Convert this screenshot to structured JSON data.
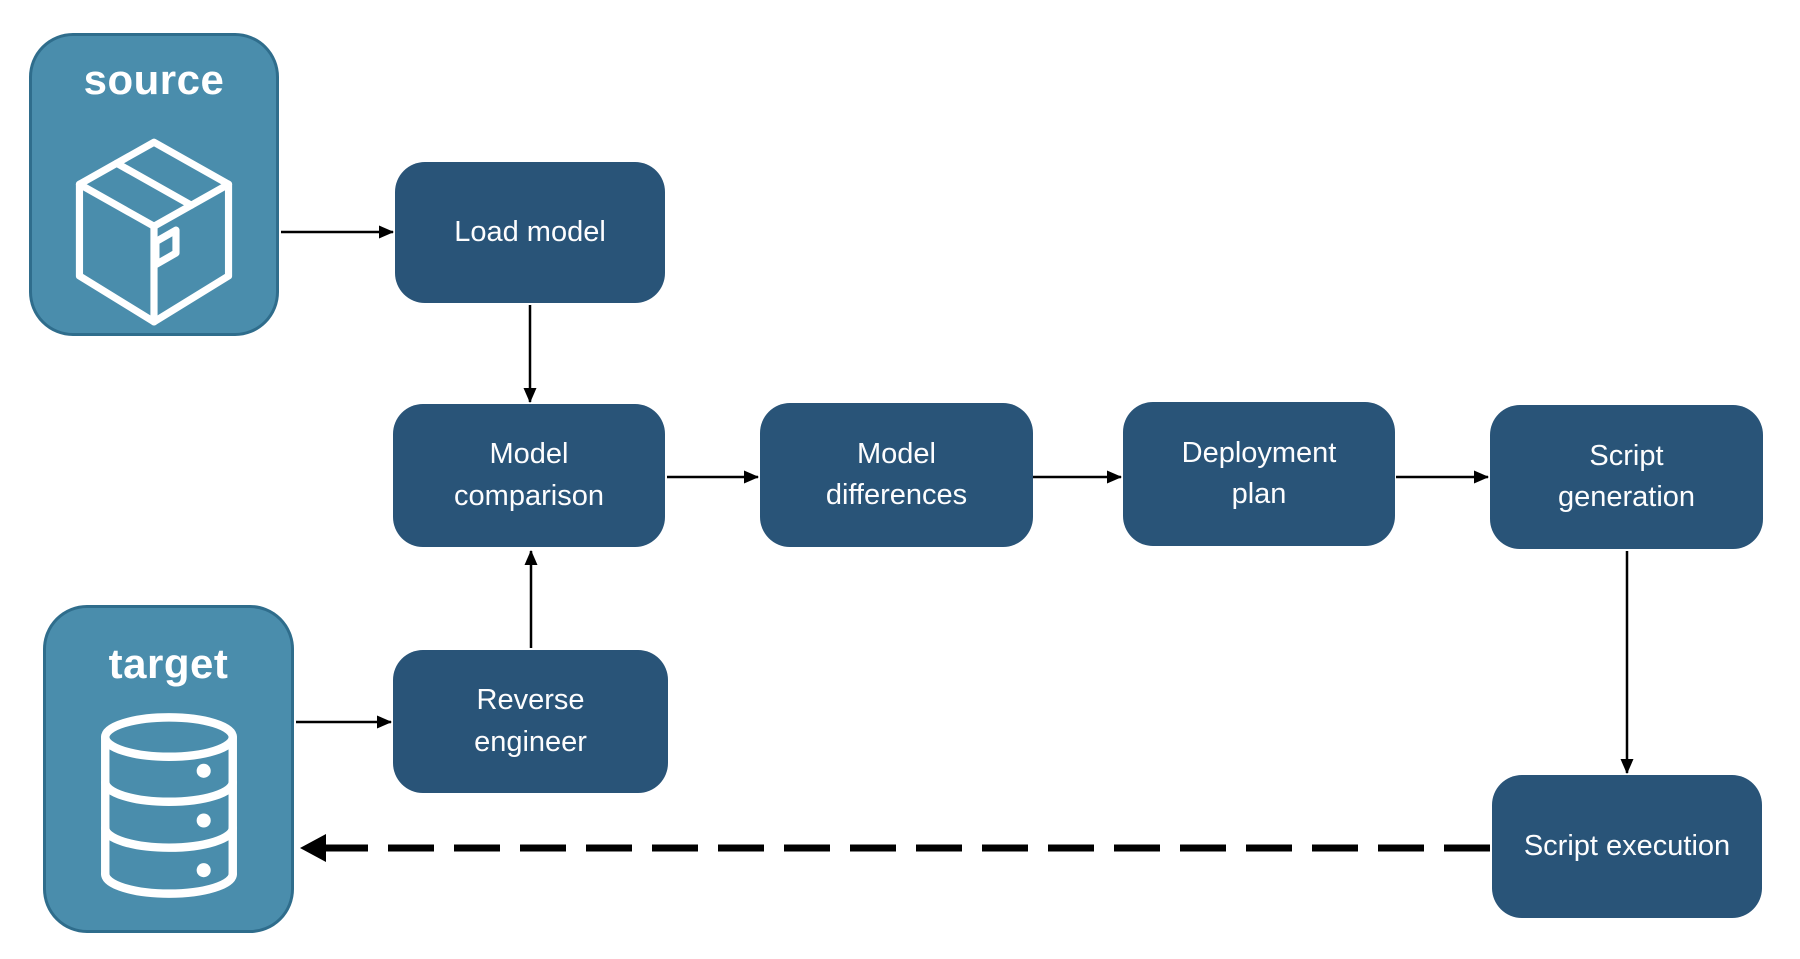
{
  "diagram": {
    "containers": [
      {
        "id": "source",
        "label": "source",
        "icon": "package-icon"
      },
      {
        "id": "target",
        "label": "target",
        "icon": "database-icon"
      }
    ],
    "nodes": [
      {
        "id": "load-model",
        "label": "Load model"
      },
      {
        "id": "model-comparison",
        "label": "Model comparison"
      },
      {
        "id": "model-differences",
        "label": "Model differences"
      },
      {
        "id": "deployment-plan",
        "label": "Deployment plan"
      },
      {
        "id": "script-generation",
        "label": "Script generation"
      },
      {
        "id": "reverse-engineer",
        "label": "Reverse engineer"
      },
      {
        "id": "script-execution",
        "label": "Script execution"
      }
    ],
    "edges": [
      {
        "from": "source",
        "to": "load-model",
        "style": "solid"
      },
      {
        "from": "load-model",
        "to": "model-comparison",
        "style": "solid"
      },
      {
        "from": "model-comparison",
        "to": "model-differences",
        "style": "solid"
      },
      {
        "from": "model-differences",
        "to": "deployment-plan",
        "style": "solid"
      },
      {
        "from": "deployment-plan",
        "to": "script-generation",
        "style": "solid"
      },
      {
        "from": "script-generation",
        "to": "script-execution",
        "style": "solid"
      },
      {
        "from": "target",
        "to": "reverse-engineer",
        "style": "solid"
      },
      {
        "from": "reverse-engineer",
        "to": "model-comparison",
        "style": "solid"
      },
      {
        "from": "script-execution",
        "to": "target",
        "style": "dashed"
      }
    ],
    "colors": {
      "node_fill": "#295478",
      "node_text": "#fdfdfe",
      "container_fill": "#4a8dac",
      "container_border": "#2f6d8c",
      "arrow": "#000000"
    }
  }
}
